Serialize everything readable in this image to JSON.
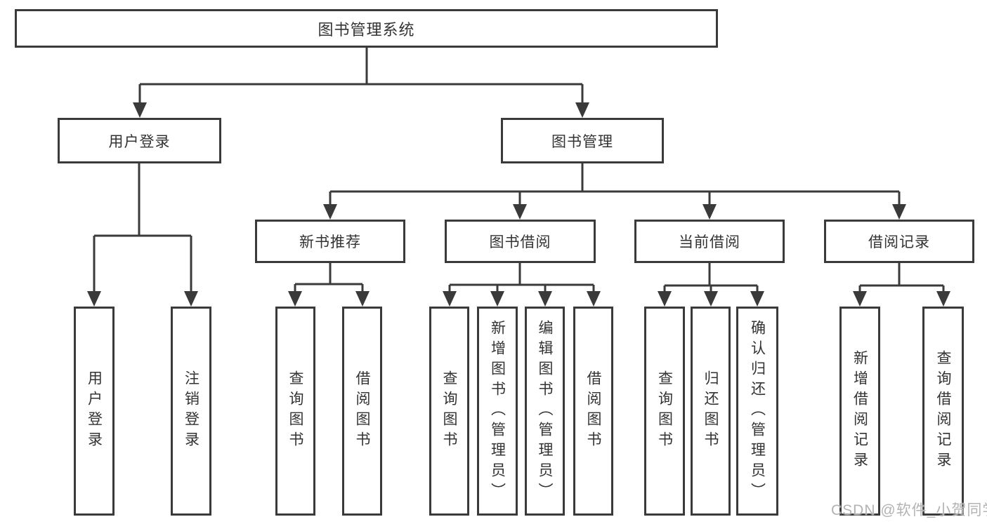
{
  "title": "图书管理系统",
  "branches": [
    {
      "label": "用户登录",
      "children": [
        {
          "label": "用户登录"
        },
        {
          "label": "注销登录"
        }
      ]
    },
    {
      "label": "图书管理",
      "children": [
        {
          "label": "新书推荐",
          "children": [
            {
              "label": "查询图书"
            },
            {
              "label": "借阅图书"
            }
          ]
        },
        {
          "label": "图书借阅",
          "children": [
            {
              "label": "查询图书"
            },
            {
              "label": "新增图书（管理员）"
            },
            {
              "label": "编辑图书（管理员）"
            },
            {
              "label": "借阅图书"
            }
          ]
        },
        {
          "label": "当前借阅",
          "children": [
            {
              "label": "查询图书"
            },
            {
              "label": "归还图书"
            },
            {
              "label": "确认归还（管理员）"
            }
          ]
        },
        {
          "label": "借阅记录",
          "children": [
            {
              "label": "新增借阅记录"
            },
            {
              "label": "查询借阅记录"
            }
          ]
        }
      ]
    }
  ],
  "watermark": "CSDN @软件_小贺同学",
  "colors": {
    "line": "#3a3a3a",
    "box_border": "#3a3a3a",
    "text": "#333333",
    "watermark": "#b3b3b3",
    "background": "#ffffff"
  }
}
